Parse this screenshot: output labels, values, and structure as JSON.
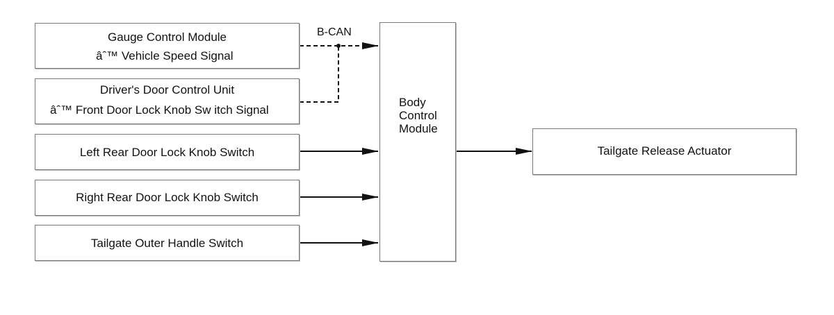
{
  "bus_label": "B-CAN",
  "inputs": {
    "gauge": {
      "title": "Gauge Control Module",
      "signal": "âˆ™ Vehicle Speed Signal"
    },
    "driver_door": {
      "title": "Driver's Door Control Unit",
      "signal": "âˆ™ Front Door Lock Knob Sw itch Signal"
    },
    "left_rear": {
      "title": "Left Rear Door Lock Knob Switch"
    },
    "right_rear": {
      "title": "Right Rear Door Lock Knob Switch"
    },
    "tailgate_handle": {
      "title": "Tailgate Outer Handle Switch"
    }
  },
  "bcm": {
    "line1": "Body",
    "line2": "Control",
    "line3": "Module"
  },
  "output": {
    "title": "Tailgate Release Actuator"
  },
  "colors": {
    "line": "#111111",
    "border": "#7a7a7a"
  }
}
